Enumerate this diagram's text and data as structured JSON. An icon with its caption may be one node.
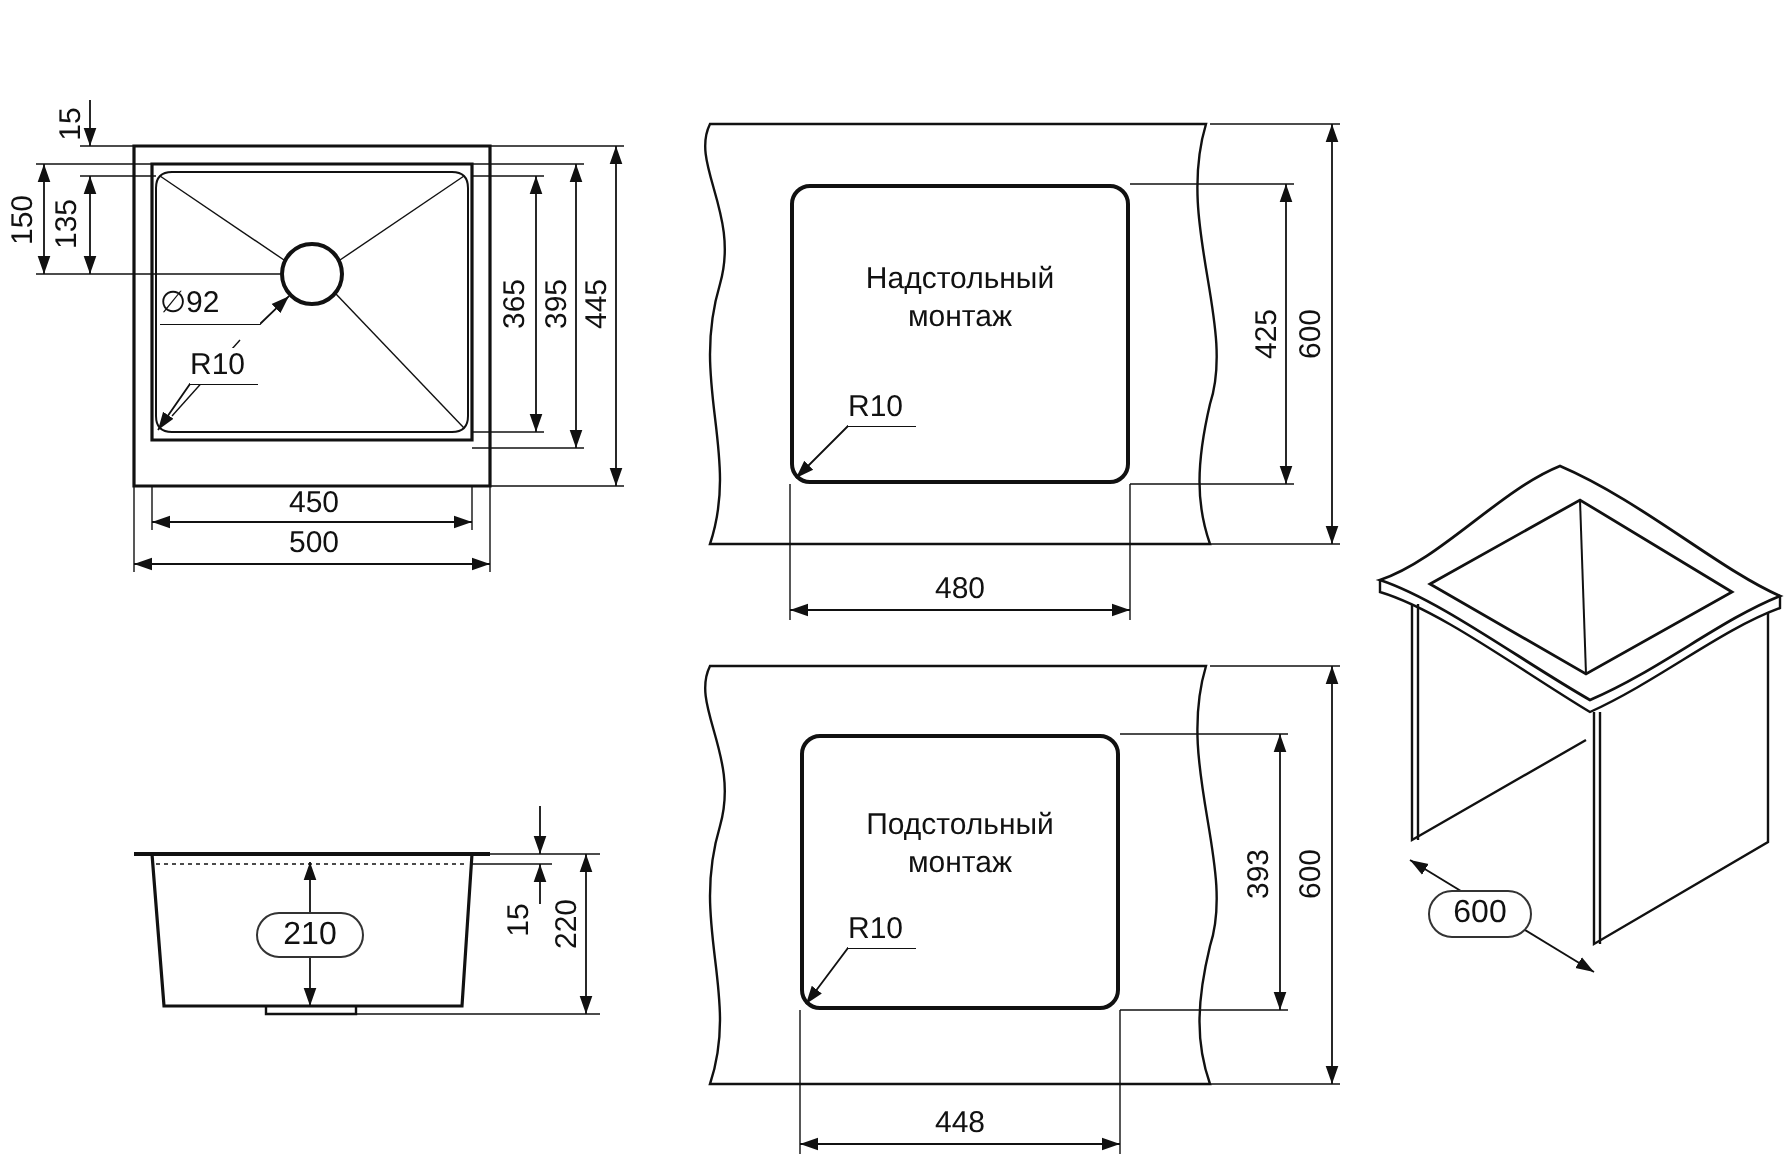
{
  "diagram": {
    "nodes": [
      {
        "text": [
          "Надстольный монтаж"
        ]
      },
      {
        "text": [
          "Подстольный монтаж"
        ]
      },
      {
        "text": [
          "210"
        ]
      },
      {
        "text": [
          "600"
        ]
      },
      {
        "text": [
          "∅92"
        ]
      },
      {
        "text": [],
        "shape": "circle"
      },
      {
        "text": [
          "R10"
        ]
      },
      {
        "text": [
          "R10"
        ],
        "in": 0
      },
      {
        "text": [
          "R10"
        ],
        "in": 1
      }
    ],
    "edges": [
      {
        "from": 4,
        "to": 5,
        "arrow": "to"
      },
      {
        "from": 6,
        "to": null,
        "arrow": "to"
      },
      {
        "from": 7,
        "to": 0,
        "arrow": "to"
      },
      {
        "from": 8,
        "to": 1,
        "arrow": "to"
      }
    ],
    "labels": [
      "15",
      "150",
      "135",
      "365",
      "395",
      "445",
      "450",
      "500",
      "425",
      "600",
      "480",
      "393",
      "600",
      "448",
      "15",
      "220"
    ]
  }
}
